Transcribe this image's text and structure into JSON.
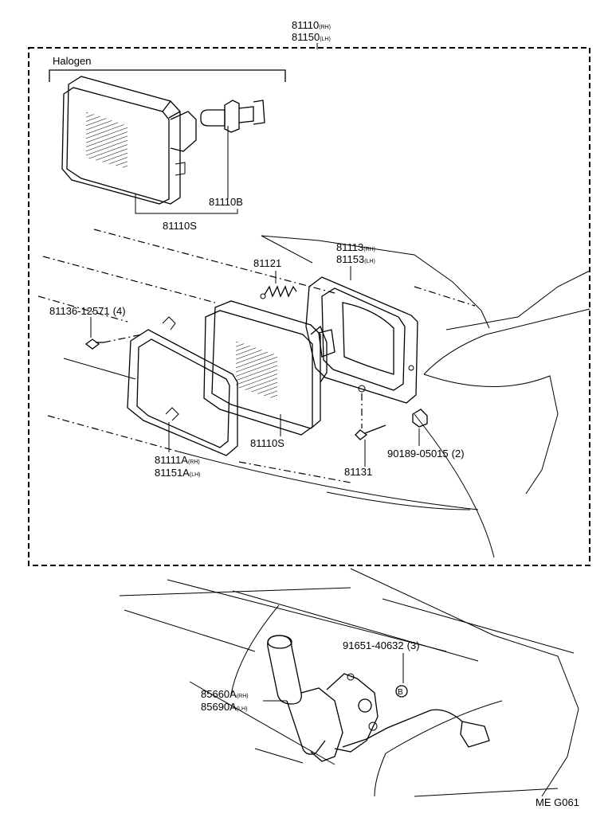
{
  "labels": {
    "assembly_rh": "81110",
    "assembly_lh": "81150",
    "halogen": "Halogen",
    "bulb": "81110B",
    "unit_top": "81110S",
    "unit_main": "81110S",
    "spring": "81121",
    "housing_rh": "81113",
    "housing_lh": "81153",
    "screw_rim": "81136-12571",
    "screw_rim_qty": "(4)",
    "rim_rh": "81111A",
    "rim_lh": "81151A",
    "adjust_screw": "81131",
    "nut": "90189-05015",
    "nut_qty": "(2)",
    "bolt": "91651-40632",
    "bolt_qty": "(3)",
    "motor_rh": "85660A",
    "motor_lh": "85690A",
    "callout_b": "B",
    "diagram_code": "ME G061"
  },
  "suffix": {
    "rh": "(RH)",
    "lh": "(LH)"
  }
}
